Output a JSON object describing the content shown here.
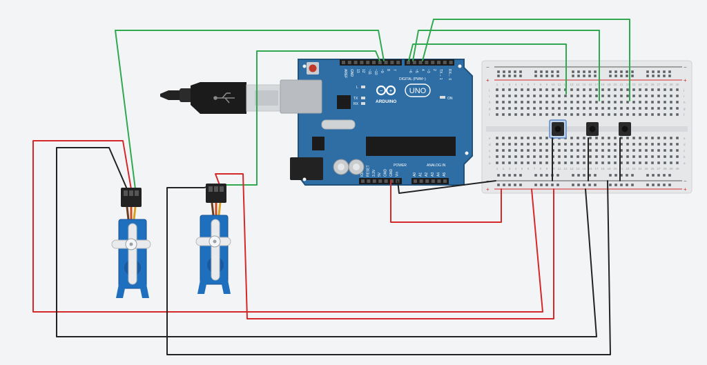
{
  "colors": {
    "canvas": "#f3f4f6",
    "board": "#2e6ea4",
    "board_edge": "#21527c",
    "wire_red": "#d62728",
    "wire_black": "#222222",
    "wire_green": "#2fa84f",
    "breadboard": "#e6e7e8",
    "servo": "#1f6fbf"
  },
  "arduino": {
    "brand": "ARDUINO",
    "model": "UNO",
    "on_label": "ON",
    "digital_label": "DIGITAL (PWM~)",
    "power_label": "POWER",
    "analog_label": "ANALOG IN",
    "l_label": "L",
    "tx_label": "TX",
    "rx_label": "RX",
    "digital_pins": [
      "AREF",
      "GND",
      "13",
      "12",
      "~11",
      "~10",
      "~9",
      "8",
      "7",
      "~6",
      "~5",
      "4",
      "~3",
      "2",
      "TX→ 1",
      "RX← 0"
    ],
    "power_pins": [
      "IOREF",
      "RESET",
      "3.3V",
      "5V",
      "GND",
      "GND",
      "Vin"
    ],
    "analog_pins": [
      "A0",
      "A1",
      "A2",
      "A3",
      "A4",
      "A5"
    ]
  },
  "breadboard": {
    "row_letters_top": [
      "j",
      "i",
      "h",
      "g",
      "f"
    ],
    "row_letters_bottom": [
      "e",
      "d",
      "c",
      "b",
      "a"
    ],
    "column_numbers": [
      "1",
      "2",
      "3",
      "4",
      "5",
      "6",
      "7",
      "8",
      "9",
      "10",
      "11",
      "12",
      "13",
      "14",
      "15",
      "16",
      "17",
      "18",
      "19",
      "20",
      "21",
      "22",
      "23",
      "24",
      "25",
      "26",
      "27",
      "28",
      "29",
      "30"
    ],
    "rail_minus": "−",
    "rail_plus": "+"
  },
  "components": {
    "usb_cable": "usb-cable",
    "buttons": [
      "pushbutton-1",
      "pushbutton-2",
      "pushbutton-3"
    ],
    "servos": [
      "servo-1",
      "servo-2"
    ]
  }
}
